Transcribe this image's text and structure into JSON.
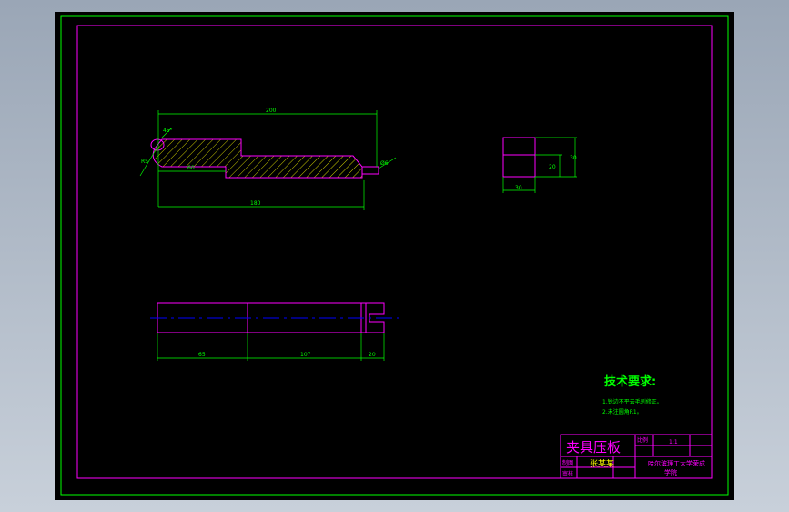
{
  "title_block": {
    "part_name": "夹具压板",
    "cell_scale": "比例",
    "cell_quantity": "1:1",
    "cell_drawn": "制图",
    "cell_signature": "张某某",
    "cell_review": "审核",
    "school_line1": "哈尔滨理工大学荣成",
    "school_line2": "学院"
  },
  "tech_requirements": {
    "heading": "技术要求:",
    "line1": "1.锐边不平去毛刺修正。",
    "line2": "2.未注圆角R1。"
  },
  "dimensions": {
    "top_overall": "200",
    "left_small": "60",
    "bottom_overall": "180",
    "left_angle": "R5",
    "left_chamfer": "45°",
    "right_hole": "Ø6",
    "side_width": "30",
    "side_inner": "20",
    "side_outer": "30",
    "bottom_seg1": "65",
    "bottom_seg2": "107",
    "bottom_seg3": "20"
  },
  "colors": {
    "outline": "#ff00ff",
    "dimension": "#00ff00",
    "centerline": "#0000ff",
    "frame_outer": "#00ff00",
    "hatch": "#ffff00"
  }
}
